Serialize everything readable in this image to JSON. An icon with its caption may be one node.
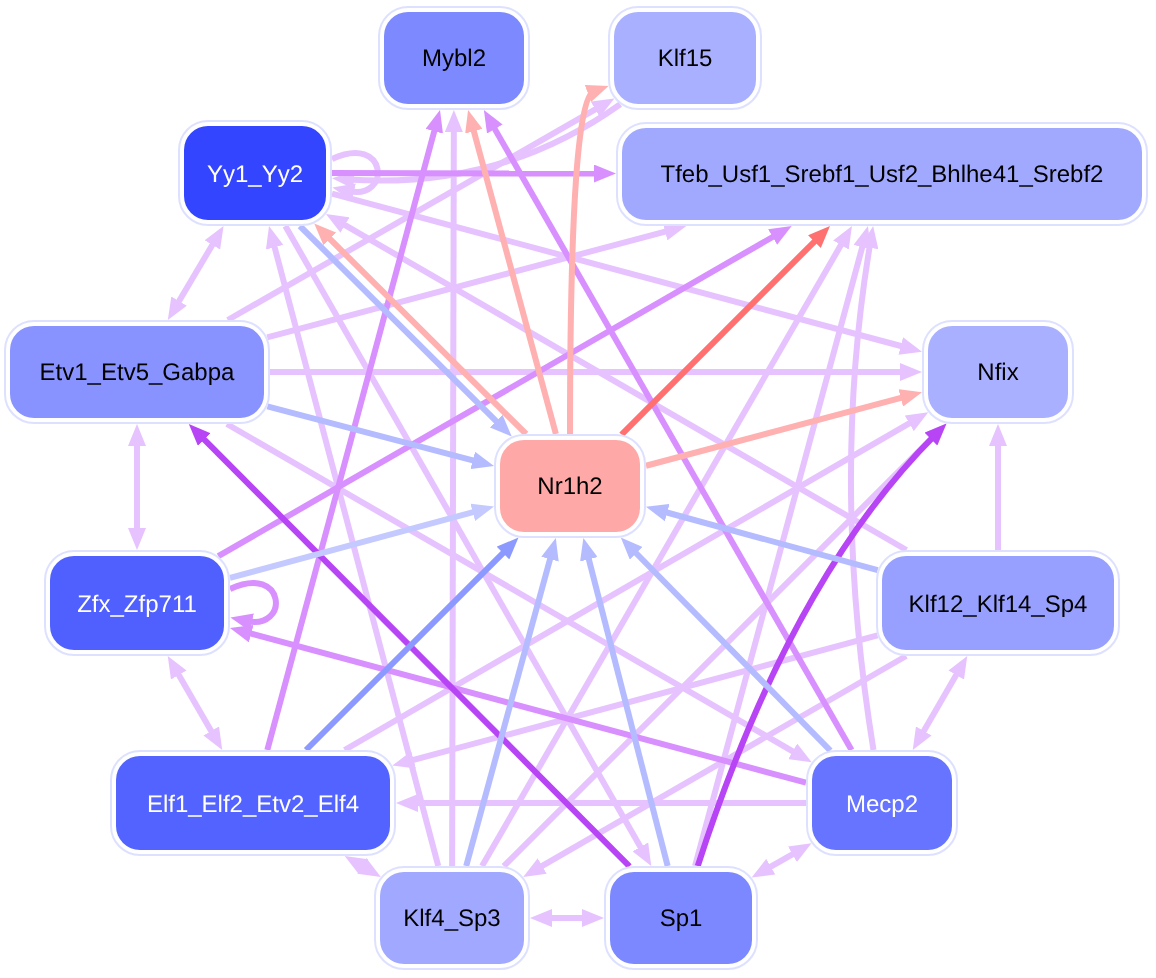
{
  "diagram": {
    "nodes": [
      {
        "text": [
          "Mybl2"
        ]
      },
      {
        "text": [
          "Klf15"
        ]
      },
      {
        "text": [
          "Yy1_Yy2"
        ]
      },
      {
        "text": [
          "Tfeb_Usf1_Srebf1_Usf2_Bhlhe41_Srebf2"
        ]
      },
      {
        "text": [
          "Etv1_Etv5_Gabpa"
        ]
      },
      {
        "text": [
          "Nfix"
        ]
      },
      {
        "text": [
          "Nr1h2"
        ]
      },
      {
        "text": [
          "Zfx_Zfp711"
        ]
      },
      {
        "text": [
          "Klf12_Klf14_Sp4"
        ]
      },
      {
        "text": [
          "Elf1_Elf2_Etv2_Elf4"
        ]
      },
      {
        "text": [
          "Mecp2"
        ]
      },
      {
        "text": [
          "Klf4_Sp3"
        ]
      },
      {
        "text": [
          "Sp1"
        ]
      }
    ],
    "edges": [
      {
        "from": 6,
        "to": 3,
        "arrow": "to",
        "color": "#ff7070"
      },
      {
        "from": 6,
        "to": 5,
        "arrow": "to",
        "color": "#ffb0b0"
      },
      {
        "from": 6,
        "to": 2,
        "arrow": "to",
        "color": "#ffb0b0"
      },
      {
        "from": 6,
        "to": 0,
        "arrow": "to",
        "color": "#ffb0b0"
      },
      {
        "from": 6,
        "to": 1,
        "arrow": "to",
        "color": "#ffb0b0"
      },
      {
        "from": 4,
        "to": 6,
        "arrow": "to",
        "color": "#b4bcff"
      },
      {
        "from": 2,
        "to": 6,
        "arrow": "to",
        "color": "#b4bcff"
      },
      {
        "from": 7,
        "to": 6,
        "arrow": "to",
        "color": "#c4caff"
      },
      {
        "from": 9,
        "to": 6,
        "arrow": "to",
        "color": "#8c9aff"
      },
      {
        "from": 11,
        "to": 6,
        "arrow": "to",
        "color": "#b4bcff"
      },
      {
        "from": 12,
        "to": 6,
        "arrow": "to",
        "color": "#b4bcff"
      },
      {
        "from": 10,
        "to": 6,
        "arrow": "to",
        "color": "#b4bcff"
      },
      {
        "from": 8,
        "to": 6,
        "arrow": "to",
        "color": "#b4bcff"
      },
      {
        "from": 12,
        "to": 4,
        "arrow": "to",
        "color": "#b845f5"
      },
      {
        "from": 12,
        "to": 5,
        "arrow": "to",
        "color": "#b845f5"
      },
      {
        "from": 10,
        "to": 7,
        "arrow": "to",
        "color": "#d890ff"
      },
      {
        "from": 7,
        "to": 7,
        "arrow": "to",
        "color": "#d890ff"
      },
      {
        "from": 2,
        "to": 3,
        "arrow": "to",
        "color": "#d890ff"
      },
      {
        "from": 9,
        "to": 0,
        "arrow": "to",
        "color": "#d890ff"
      },
      {
        "from": 10,
        "to": 0,
        "arrow": "to",
        "color": "#d890ff"
      },
      {
        "from": 7,
        "to": 3,
        "arrow": "to",
        "color": "#d890ff"
      },
      {
        "from": 2,
        "to": 2,
        "arrow": "to"
      },
      {
        "from": 2,
        "to": 4,
        "arrow": "both"
      },
      {
        "from": 4,
        "to": 7,
        "arrow": "both"
      },
      {
        "from": 7,
        "to": 9,
        "arrow": "both"
      },
      {
        "from": 9,
        "to": 11,
        "arrow": "both"
      },
      {
        "from": 11,
        "to": 12,
        "arrow": "both"
      },
      {
        "from": 12,
        "to": 10,
        "arrow": "both"
      },
      {
        "from": 10,
        "to": 8,
        "arrow": "both"
      },
      {
        "from": 11,
        "to": 0,
        "arrow": "to"
      },
      {
        "from": 2,
        "to": 5,
        "arrow": "to"
      },
      {
        "from": 1,
        "to": 2,
        "arrow": "to"
      },
      {
        "from": 4,
        "to": 1,
        "arrow": "to"
      },
      {
        "from": 4,
        "to": 3,
        "arrow": "to"
      },
      {
        "from": 11,
        "to": 3,
        "arrow": "to"
      },
      {
        "from": 12,
        "to": 3,
        "arrow": "to"
      },
      {
        "from": 10,
        "to": 3,
        "arrow": "to"
      },
      {
        "from": 4,
        "to": 5,
        "arrow": "to"
      },
      {
        "from": 10,
        "to": 9,
        "arrow": "to"
      },
      {
        "from": 8,
        "to": 9,
        "arrow": "to"
      },
      {
        "from": 8,
        "to": 11,
        "arrow": "to"
      },
      {
        "from": 2,
        "to": 12,
        "arrow": "to"
      },
      {
        "from": 4,
        "to": 10,
        "arrow": "to"
      },
      {
        "from": 11,
        "to": 5,
        "arrow": "to"
      },
      {
        "from": 11,
        "to": 2,
        "arrow": "to"
      },
      {
        "from": 9,
        "to": 5,
        "arrow": "to"
      },
      {
        "from": 8,
        "to": 2,
        "arrow": "to"
      },
      {
        "from": 8,
        "to": 5,
        "arrow": "to"
      }
    ]
  }
}
